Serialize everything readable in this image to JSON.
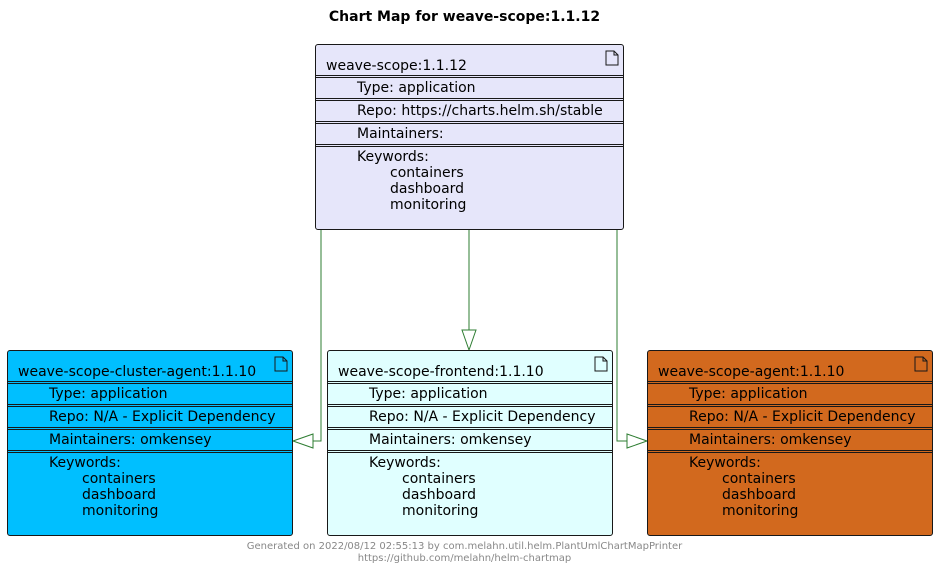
{
  "title": "Chart Map for weave-scope:1.1.12",
  "colors": {
    "root_fill": "#e6e6fa",
    "cluster_agent_fill": "#00bfff",
    "frontend_fill": "#e0ffff",
    "agent_fill": "#d2691e",
    "arrow": "#2e7d32",
    "border": "#181818"
  },
  "nodes": {
    "root": {
      "name": "weave-scope:1.1.12",
      "type": "Type: application",
      "repo": "Repo: https://charts.helm.sh/stable",
      "maintainers": "Maintainers:",
      "keywords_label": "Keywords:",
      "keywords": [
        "containers",
        "dashboard",
        "monitoring"
      ],
      "icon": "document-icon"
    },
    "cluster_agent": {
      "name": "weave-scope-cluster-agent:1.1.10",
      "type": "Type: application",
      "repo": "Repo: N/A - Explicit Dependency",
      "maintainers": "Maintainers: omkensey",
      "keywords_label": "Keywords:",
      "keywords": [
        "containers",
        "dashboard",
        "monitoring"
      ],
      "icon": "document-icon"
    },
    "frontend": {
      "name": "weave-scope-frontend:1.1.10",
      "type": "Type: application",
      "repo": "Repo: N/A - Explicit Dependency",
      "maintainers": "Maintainers: omkensey",
      "keywords_label": "Keywords:",
      "keywords": [
        "containers",
        "dashboard",
        "monitoring"
      ],
      "icon": "document-icon"
    },
    "agent": {
      "name": "weave-scope-agent:1.1.10",
      "type": "Type: application",
      "repo": "Repo: N/A - Explicit Dependency",
      "maintainers": "Maintainers: omkensey",
      "keywords_label": "Keywords:",
      "keywords": [
        "containers",
        "dashboard",
        "monitoring"
      ],
      "icon": "document-icon"
    }
  },
  "footer": {
    "line1": "Generated on 2022/08/12 02:55:13 by com.melahn.util.helm.PlantUmlChartMapPrinter",
    "line2": "https://github.com/melahn/helm-chartmap"
  }
}
